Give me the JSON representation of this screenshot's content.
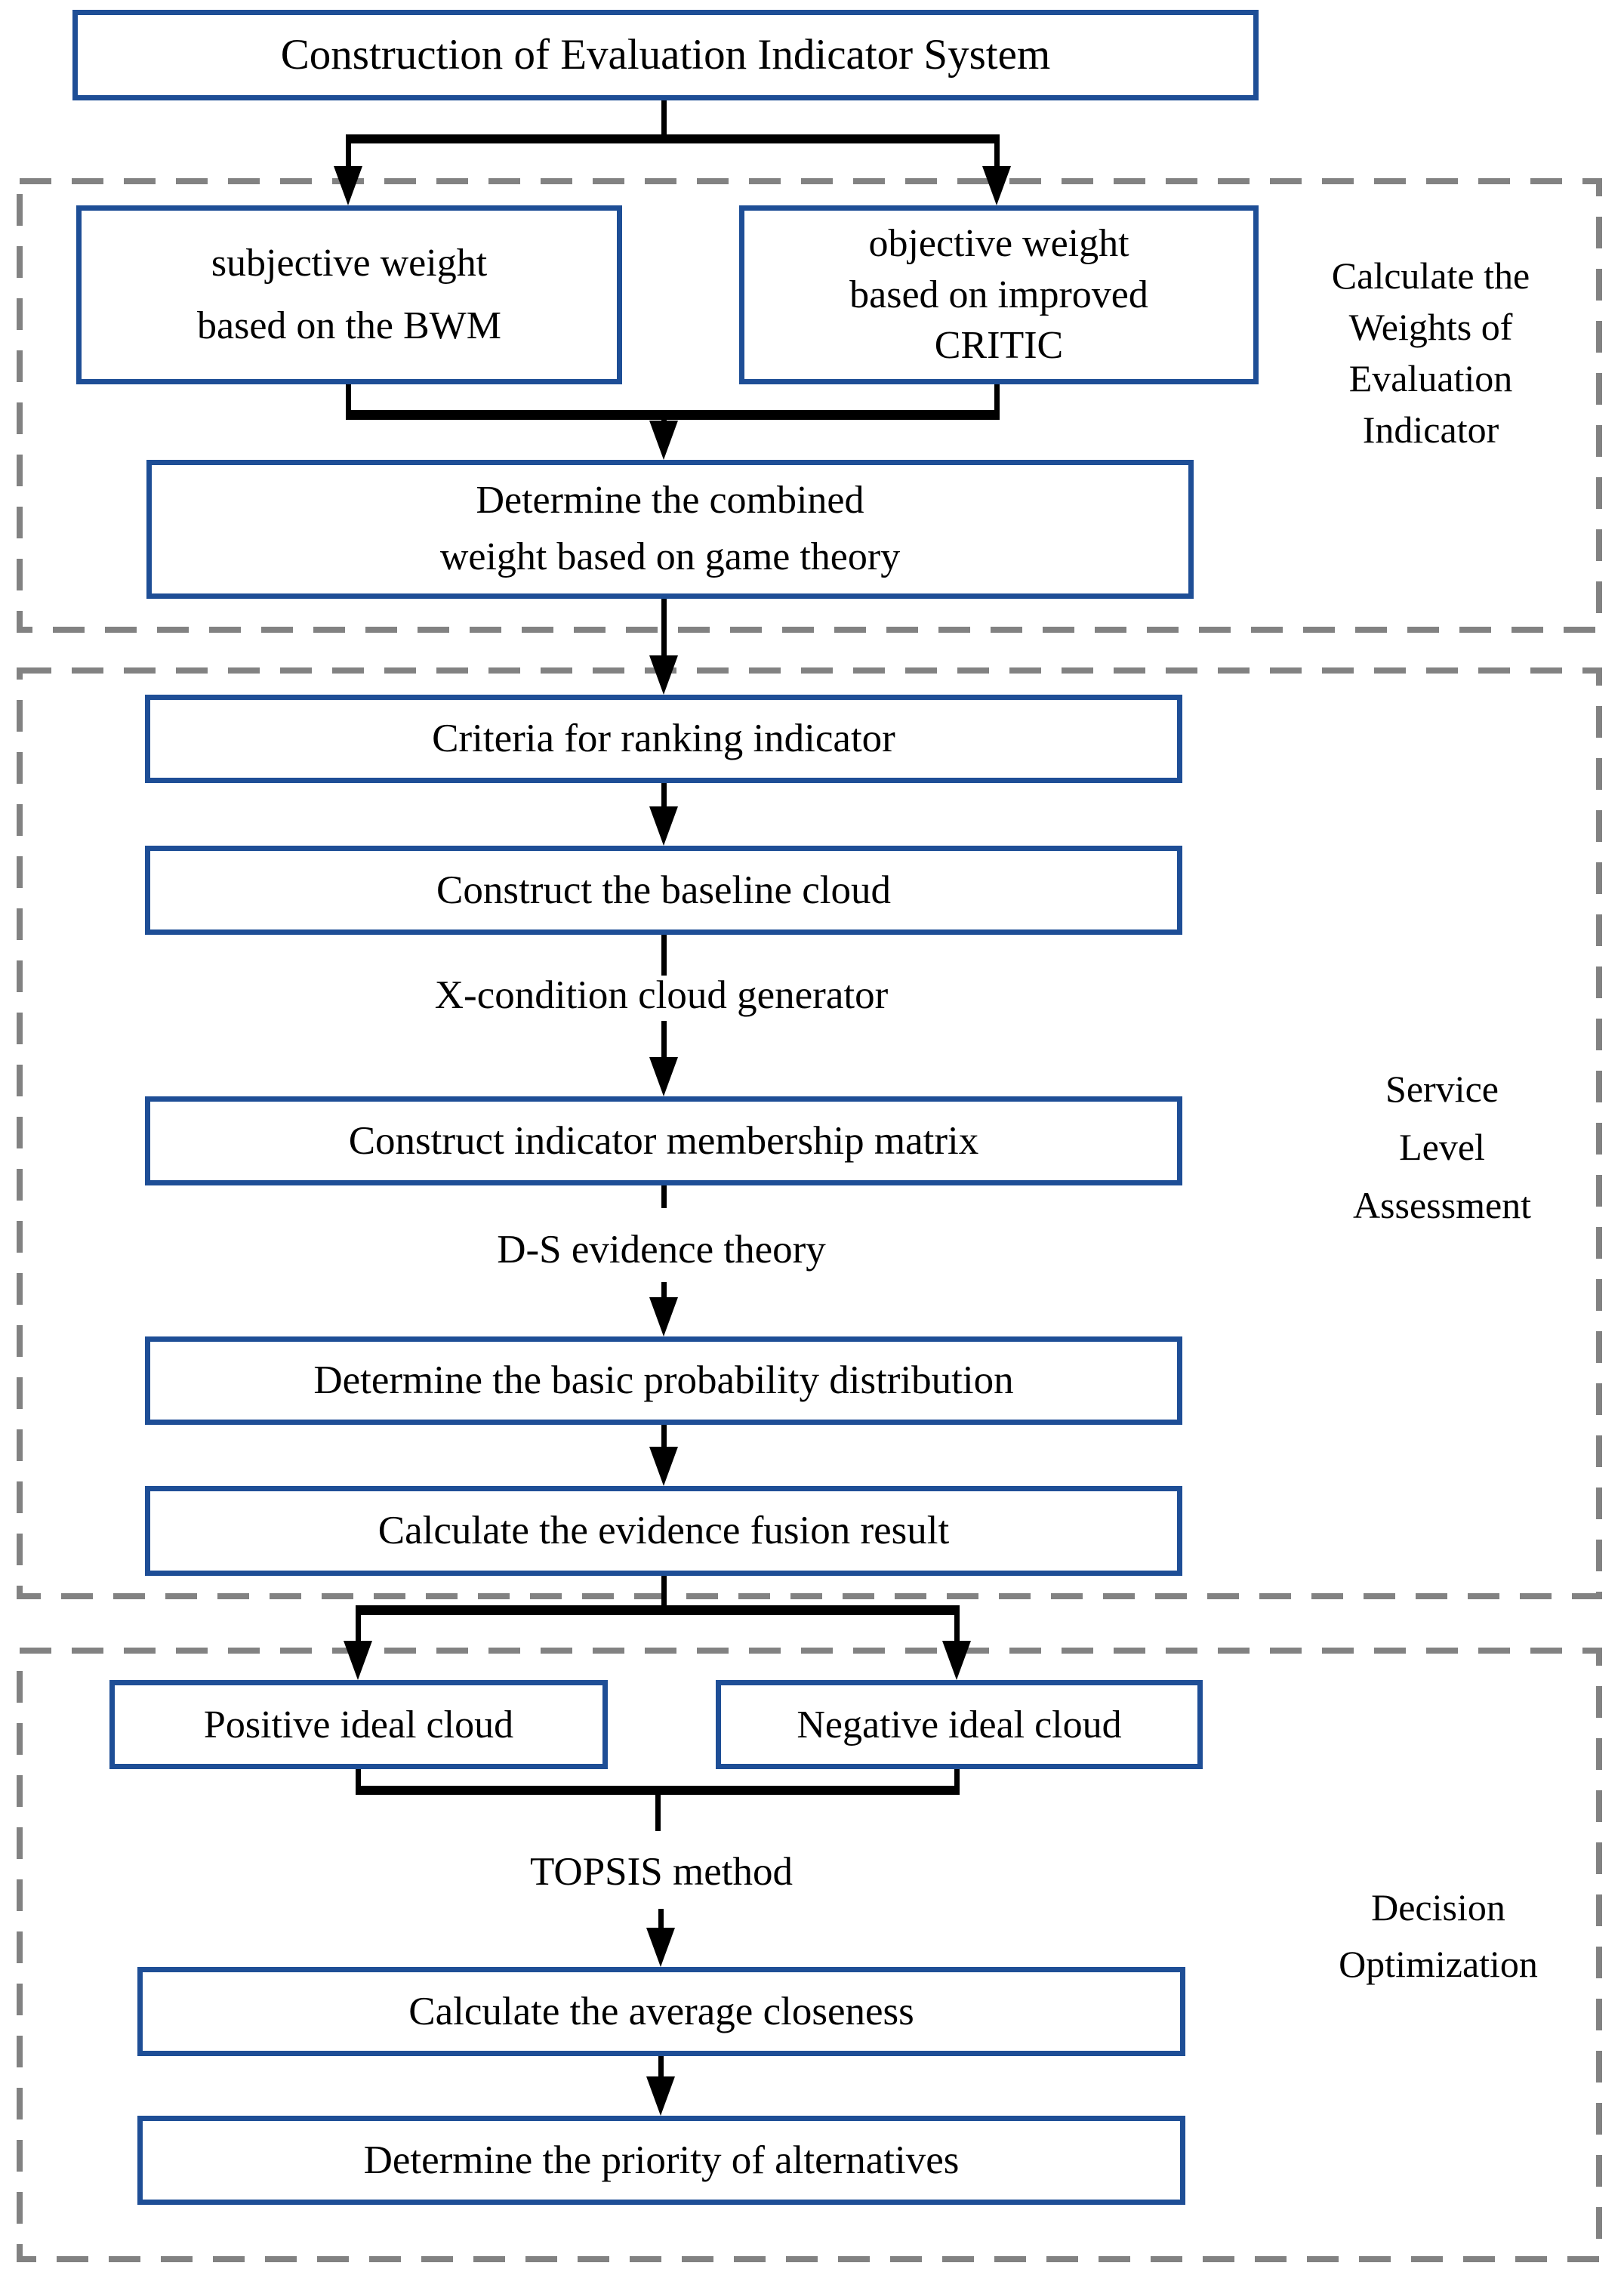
{
  "colors": {
    "box_border": "#1e4e96",
    "dashed_border": "#828282",
    "connector": "#000000",
    "text": "#000000",
    "background": "#ffffff"
  },
  "flowchart": {
    "top_box": "Construction of Evaluation Indicator System",
    "section1": {
      "label_lines": [
        "Calculate the",
        "Weights of",
        "Evaluation",
        "Indicator"
      ],
      "subjective_box_lines": [
        "subjective weight",
        "based on the BWM"
      ],
      "objective_box_lines": [
        "objective weight",
        "based on improved",
        "CRITIC"
      ],
      "combined_box_lines": [
        "Determine the combined",
        "weight based on game theory"
      ]
    },
    "section2": {
      "label_lines": [
        "Service",
        "Level",
        "Assessment"
      ],
      "criteria_box": "Criteria for ranking indicator",
      "baseline_box": "Construct the baseline cloud",
      "xcondition_label": "X-condition cloud generator",
      "membership_box": "Construct indicator membership matrix",
      "ds_label": "D-S evidence theory",
      "probability_box": "Determine the basic probability distribution",
      "fusion_box": "Calculate the evidence fusion result"
    },
    "section3": {
      "label_lines": [
        "Decision",
        "Optimization"
      ],
      "positive_box": "Positive ideal cloud",
      "negative_box": "Negative ideal cloud",
      "topsis_label": "TOPSIS method",
      "closeness_box": "Calculate the average closeness",
      "priority_box": "Determine the priority of alternatives"
    }
  }
}
